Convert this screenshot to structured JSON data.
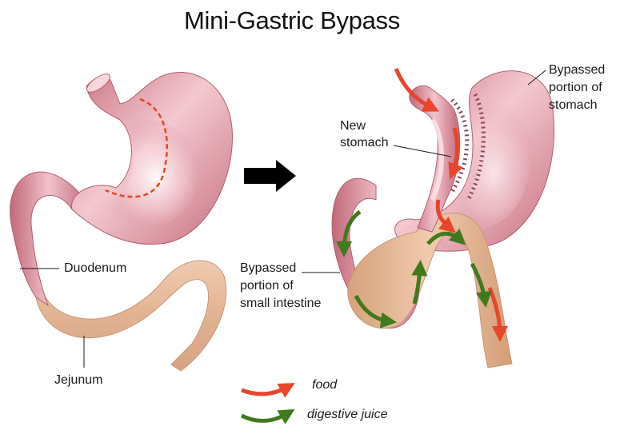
{
  "title": "Mini-Gastric Bypass",
  "labels": {
    "duodenum": "Duodenum",
    "jejunum": "Jejunum",
    "new_stomach_1": "New",
    "new_stomach_2": "stomach",
    "bypassed_stomach_1": "Bypassed",
    "bypassed_stomach_2": "portion of",
    "bypassed_stomach_3": "stomach",
    "bypassed_intestine_1": "Bypassed",
    "bypassed_intestine_2": "portion of",
    "bypassed_intestine_3": "small intestine"
  },
  "legend": {
    "food": "food",
    "digestive_juice": "digestive juice"
  },
  "colors": {
    "stomach": "#e8a0ad",
    "intestine": "#e7bf9e",
    "food_arrow": "#e8452a",
    "juice_arrow": "#3f7a1c",
    "cut_line": "#e0451f"
  }
}
